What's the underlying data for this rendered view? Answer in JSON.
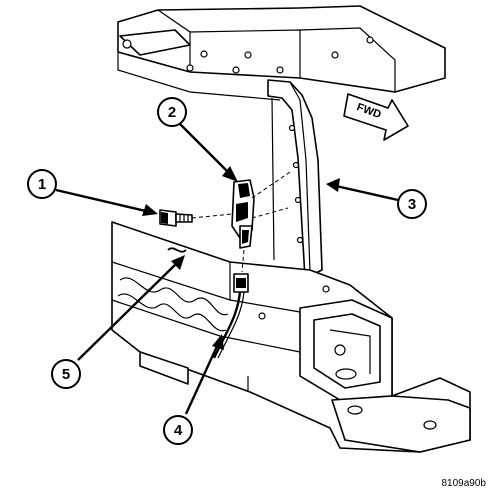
{
  "figure": {
    "fwd_label": "FWD",
    "figure_code": "8109a90b",
    "callouts": [
      {
        "id": "callout-1",
        "label": "1"
      },
      {
        "id": "callout-2",
        "label": "2"
      },
      {
        "id": "callout-3",
        "label": "3"
      },
      {
        "id": "callout-4",
        "label": "4"
      },
      {
        "id": "callout-5",
        "label": "5"
      }
    ]
  }
}
